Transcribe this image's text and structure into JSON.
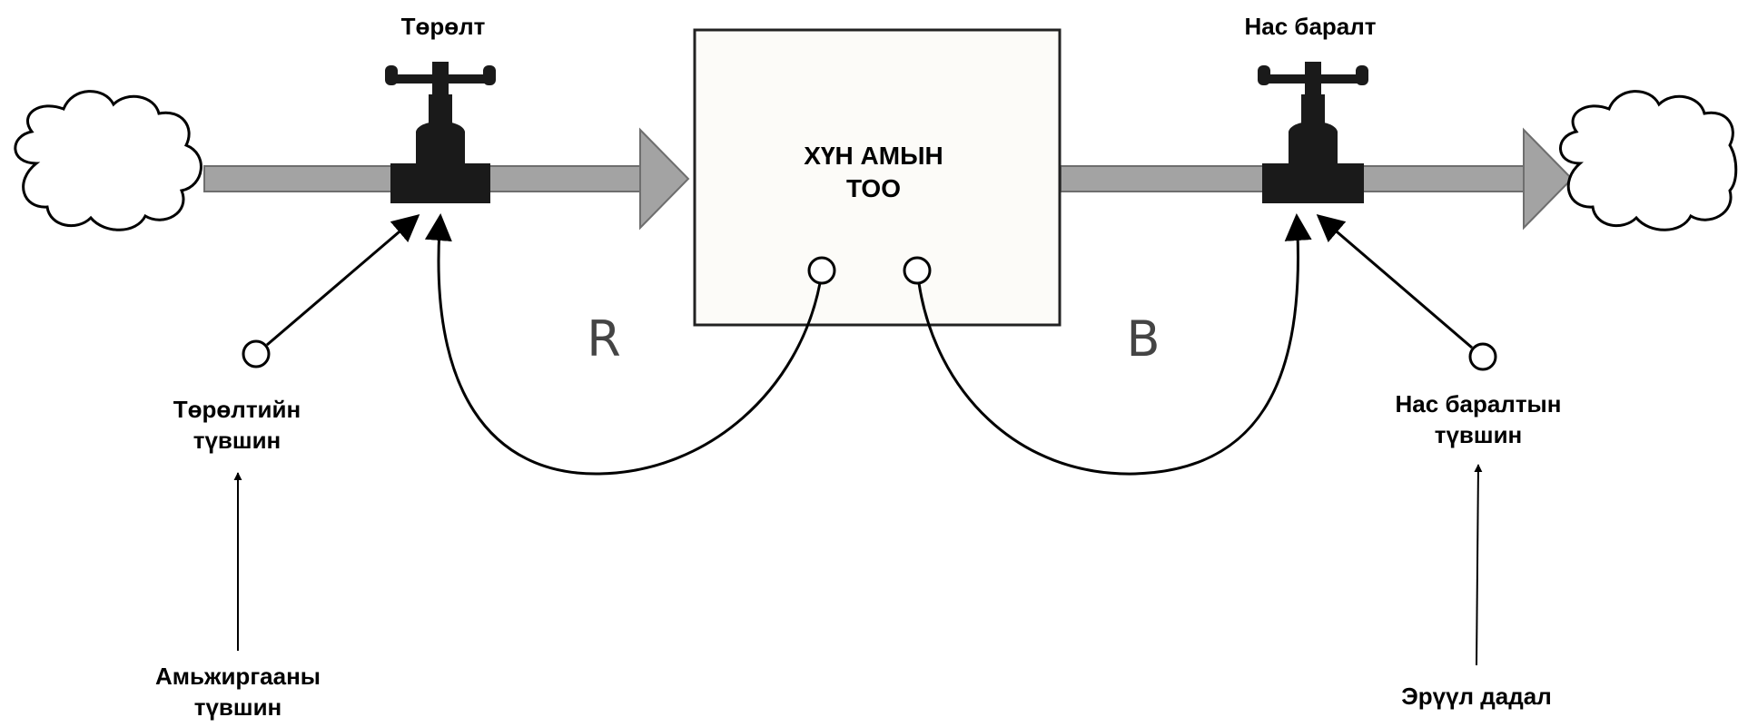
{
  "stock": {
    "line1": "ХҮН АМЫН",
    "line2": "ТОО"
  },
  "inflow": {
    "label": "Төрөлт"
  },
  "outflow": {
    "label": "Нас баралт"
  },
  "birth_rate": {
    "line1": "Төрөлтийн",
    "line2": "түвшин"
  },
  "death_rate": {
    "line1": "Нас баралтын",
    "line2": "түвшин"
  },
  "living_standard": {
    "line1": "Амьжиргааны",
    "line2": "түвшин"
  },
  "healthy_habits": {
    "label": "Эрүүл дадал"
  },
  "loops": {
    "reinforcing": "R",
    "balancing": "B"
  },
  "colors": {
    "pipe": "#a3a3a3",
    "pipe_stroke": "#6e6e6e",
    "valve": "#1a1a1a",
    "line": "#000000",
    "stock_fill": "#fcfbf8"
  }
}
